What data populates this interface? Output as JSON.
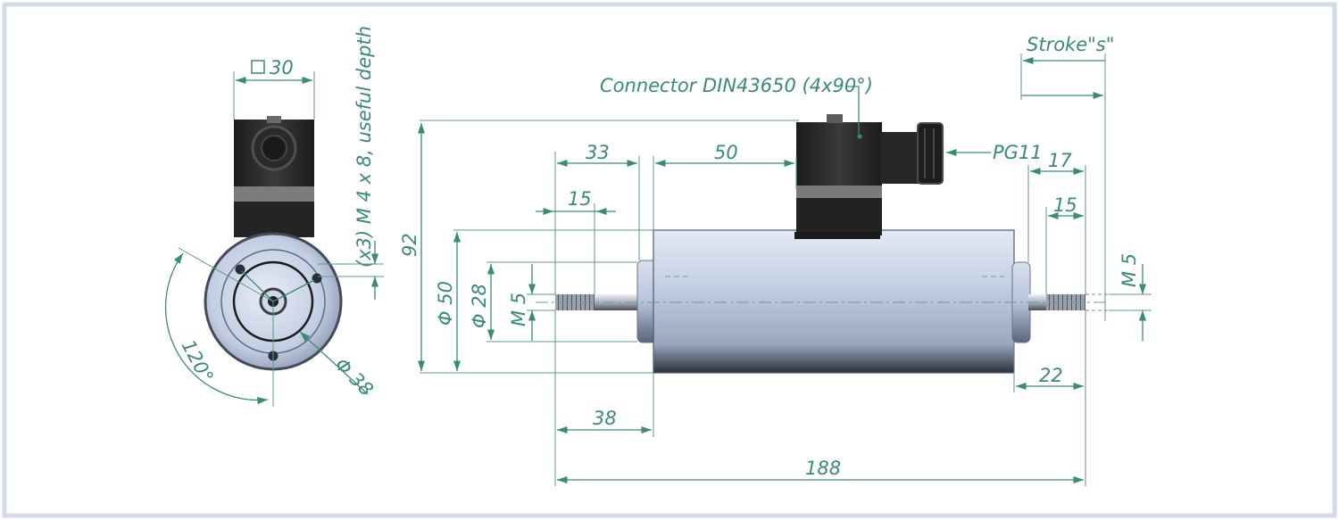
{
  "colors": {
    "frame_border": "#d3dbe9",
    "dimension": "#3a8a78",
    "body_steel": "#c3cfe4",
    "connector": "#2b2b2b"
  },
  "labels": {
    "square_30": "30",
    "thread_note": "(x3) M 4 x 8, useful depth",
    "angle_120": "120°",
    "dia_38": "Φ 38",
    "connector": "Connector DIN43650 (4x90°)",
    "stroke": "Stroke\"s\"",
    "pg11": "PG11",
    "d33": "33",
    "d50": "50",
    "d15_left": "15",
    "d17": "17",
    "d15_right": "15",
    "d92": "92",
    "dia_50": "Φ 50",
    "dia_28": "Φ 28",
    "m5_left": "M 5",
    "m5_right": "M 5",
    "d22": "22",
    "d38": "38",
    "d188": "188"
  }
}
